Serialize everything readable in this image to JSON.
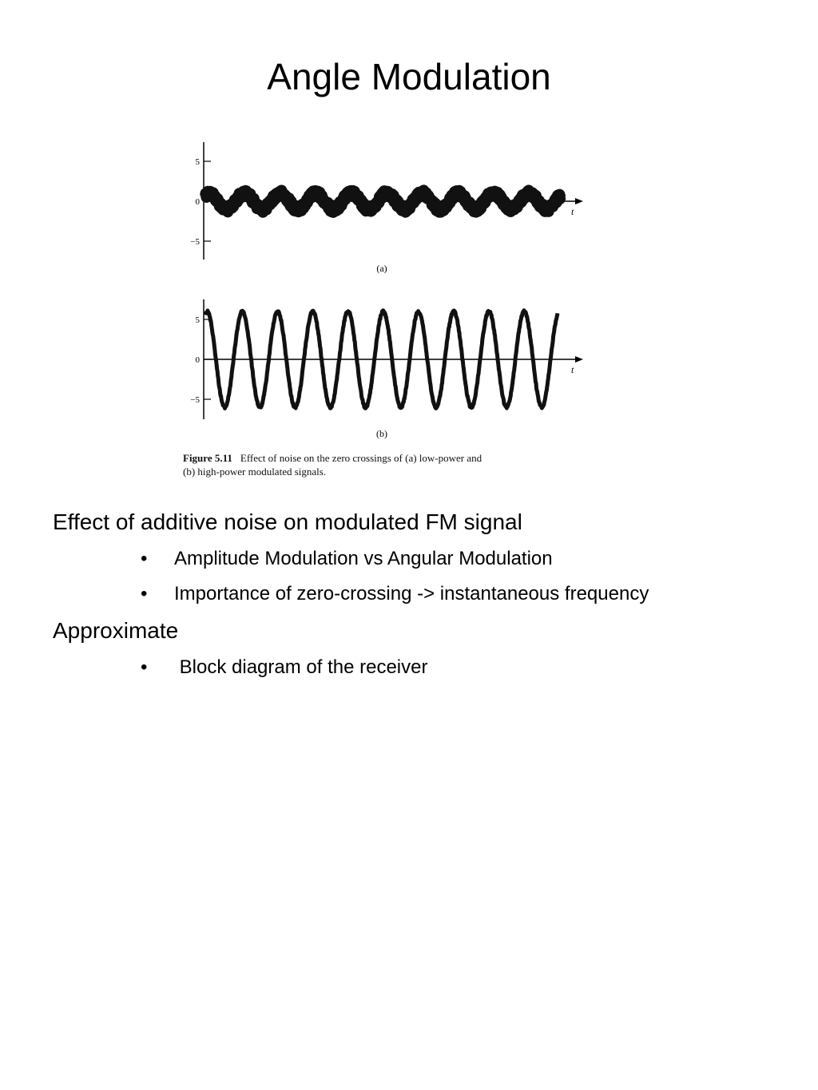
{
  "slide": {
    "title": "Angle Modulation"
  },
  "figure": {
    "panel_a": {
      "label": "(a)",
      "y_ticks": [
        "5",
        "0",
        "−5"
      ],
      "x_axis_label": "t"
    },
    "panel_b": {
      "label": "(b)",
      "y_ticks": [
        "5",
        "0",
        "−5"
      ],
      "x_axis_label": "t"
    },
    "caption": {
      "number": "Figure 5.11",
      "line1": "Effect of noise on the zero crossings of (a) low-power and",
      "line2": "(b) high-power modulated signals."
    }
  },
  "content": {
    "items": [
      {
        "level": 1,
        "text": "Effect of additive noise on modulated FM signal"
      },
      {
        "level": 2,
        "bullet": "•",
        "text": "Amplitude Modulation vs Angular Modulation"
      },
      {
        "level": 2,
        "bullet": "•",
        "text": "Importance of zero-crossing -> instantaneous frequency"
      },
      {
        "level": 1,
        "text": "Approximate"
      },
      {
        "level": 2,
        "bullet": "•",
        "text": " Block diagram of the receiver"
      }
    ]
  },
  "chart_data": [
    {
      "type": "line",
      "panel": "a",
      "x_axis_label": "t",
      "y_ticks": [
        5,
        0,
        -5
      ],
      "ylim": [
        -7,
        7
      ],
      "series": [
        {
          "amplitude": 1,
          "cycles": 10,
          "noise": "heavy"
        }
      ]
    },
    {
      "type": "line",
      "panel": "b",
      "x_axis_label": "t",
      "y_ticks": [
        5,
        0,
        -5
      ],
      "ylim": [
        -7,
        7
      ],
      "series": [
        {
          "amplitude": 6,
          "cycles": 10,
          "noise": "light"
        }
      ]
    }
  ]
}
